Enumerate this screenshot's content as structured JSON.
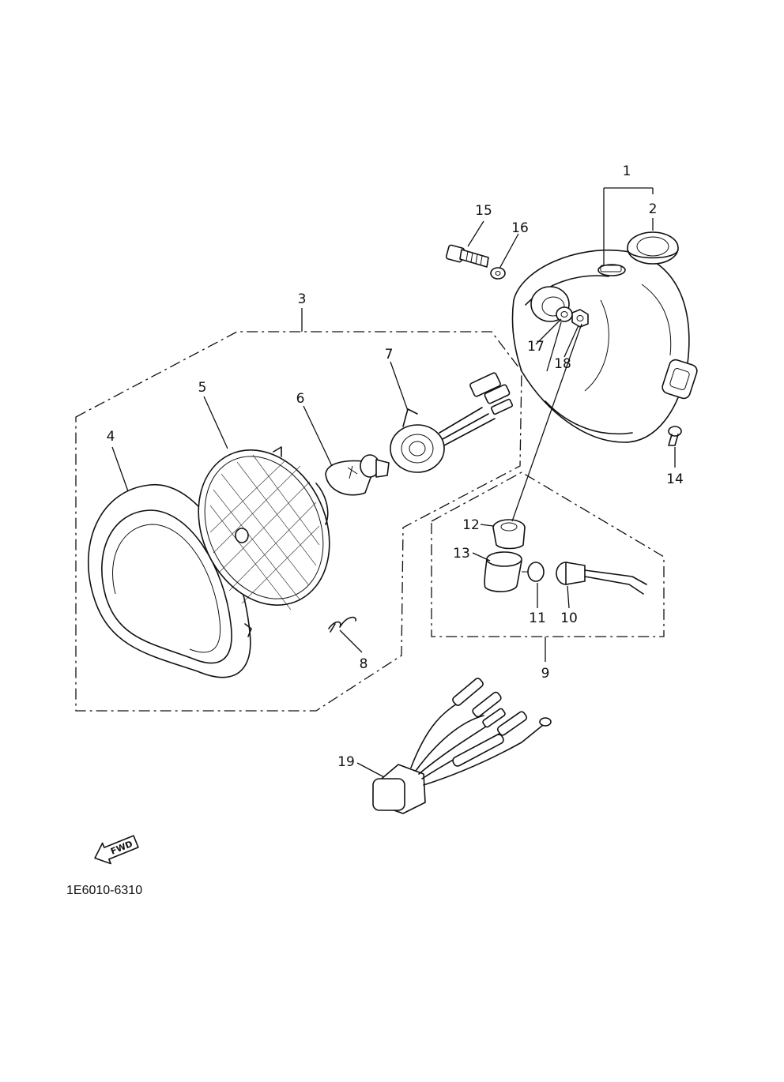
{
  "callouts": {
    "c1": "1",
    "c2": "2",
    "c3": "3",
    "c4": "4",
    "c5": "5",
    "c6": "6",
    "c7": "7",
    "c8": "8",
    "c9": "9",
    "c10": "10",
    "c11": "11",
    "c12": "12",
    "c13": "13",
    "c14": "14",
    "c15": "15",
    "c16": "16",
    "c17": "17",
    "c18": "18",
    "c19": "19"
  },
  "direction_label": "FWD",
  "diagram_code": "1E6010-6310"
}
